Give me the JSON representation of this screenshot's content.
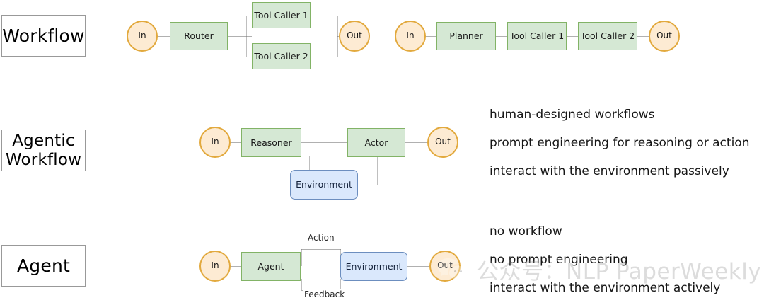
{
  "figure": {
    "title_rows": [
      {
        "label": "Workflow"
      },
      {
        "label": "Agentic\nWorkflow",
        "line1": "Agentic",
        "line2": "Workflow"
      },
      {
        "label": "Agent"
      }
    ]
  },
  "colors": {
    "green_fill": "#d5e8d4",
    "green_stroke": "#82b366",
    "blue_fill": "#dae8fc",
    "blue_stroke": "#6c8ebf",
    "circle_fill": "#fdebd3",
    "circle_stroke": "#e2a93d",
    "label_stroke": "#999999",
    "text": "#161616",
    "background": "#ffffff"
  },
  "rows": {
    "workflow": {
      "caption": "Workflow",
      "nodes": {
        "in_a": "In",
        "router": "Router",
        "tool_caller_1": "Tool Caller 1",
        "tool_caller_2": "Tool Caller 2",
        "out_a": "Out",
        "in_b": "In",
        "planner": "Planner",
        "tool_caller_1b": "Tool Caller 1",
        "tool_caller_2b": "Tool Caller 2",
        "out_b": "Out"
      }
    },
    "agentic_workflow": {
      "caption_line1": "Agentic",
      "caption_line2": "Workflow",
      "nodes": {
        "in": "In",
        "reasoner": "Reasoner",
        "actor": "Actor",
        "out": "Out",
        "environment": "Environment"
      },
      "bullets": [
        "human-designed workflows",
        "prompt engineering for reasoning or action",
        "interact with the environment passively"
      ]
    },
    "agent": {
      "caption": "Agent",
      "nodes": {
        "in": "In",
        "agent": "Agent",
        "environment": "Environment",
        "out": "Out"
      },
      "edge_labels": {
        "action": "Action",
        "feedback": "Feedback"
      },
      "bullets": [
        "no workflow",
        "no prompt engineering",
        "interact with the environment actively"
      ]
    }
  },
  "watermark": {
    "text": "公众号：NLP PaperWeekly",
    "logo": "wechat-logo"
  }
}
